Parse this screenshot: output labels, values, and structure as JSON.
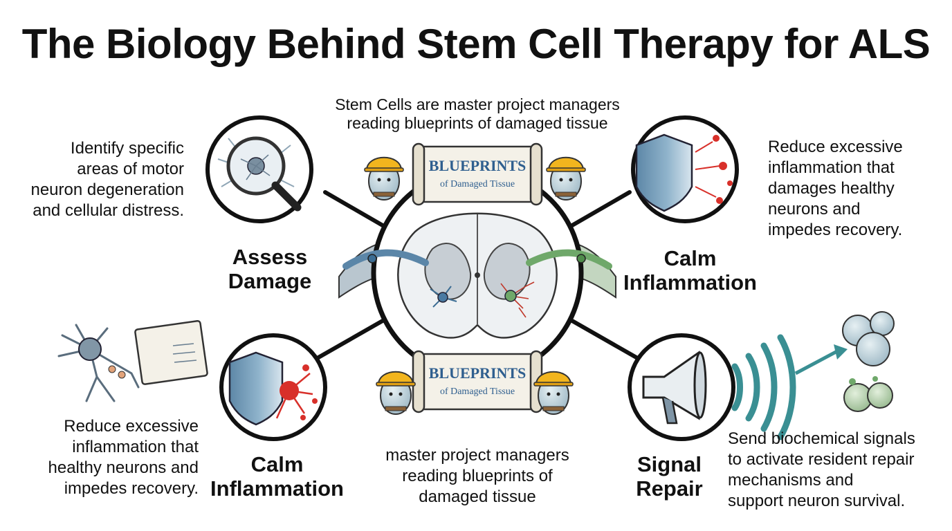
{
  "title": "The Biology Behind Stem Cell Therapy for ALS",
  "colors": {
    "ink": "#111111",
    "nerve_blue": "#5b86a8",
    "nerve_green": "#6fa86a",
    "inflammation_red": "#d8302a",
    "shield_blue": "#6f9ab8",
    "hardhat_yellow": "#f2b51e",
    "scroll_paper": "#f4f1e8",
    "blueprint_text": "#2f5f8f",
    "signal_teal": "#3a8f93"
  },
  "top_caption": {
    "line1": "Stem Cells are master project managers",
    "line2": "reading blueprints of damaged tissue"
  },
  "blueprint_top": {
    "title": "BLUEPRINTS",
    "subtitle": "of Damaged Tissue"
  },
  "blueprint_bottom": {
    "title": "BLUEPRINTS",
    "subtitle": "of Damaged Tissue"
  },
  "assess": {
    "label_line1": "Assess",
    "label_line2": "Damage",
    "text": [
      "Identify specific",
      "areas of motor",
      "neuron degeneration",
      "and cellular distress."
    ]
  },
  "calm_top": {
    "label_line1": "Calm",
    "label_line2": "Inflammation",
    "text": [
      "Reduce excessive",
      "inflammation that",
      "damages healthy",
      "neurons and",
      "impedes recovery."
    ]
  },
  "calm_bottom": {
    "label_line1": "Calm",
    "label_line2": "Inflammation",
    "text": [
      "Reduce excessive",
      "inflammation that",
      "healthy neurons and",
      "impedes recovery."
    ]
  },
  "signal": {
    "label_line1": "Signal",
    "label_line2": "Repair",
    "text": [
      "Send biochemical signals",
      "to activate resident repair",
      "mechanisms and",
      "support neuron survival."
    ]
  },
  "bottom_caption": {
    "line1": "master project managers",
    "line2": "reading blueprints of",
    "line3": "damaged tissue"
  },
  "icons": {
    "center": "spinal-cord-cross-section",
    "assess": "magnifying-glass-neuron-icon",
    "calm": "shield-inflammation-icon",
    "signal": "megaphone-icon",
    "workers": "hardhat-stem-cell-worker-icon"
  }
}
